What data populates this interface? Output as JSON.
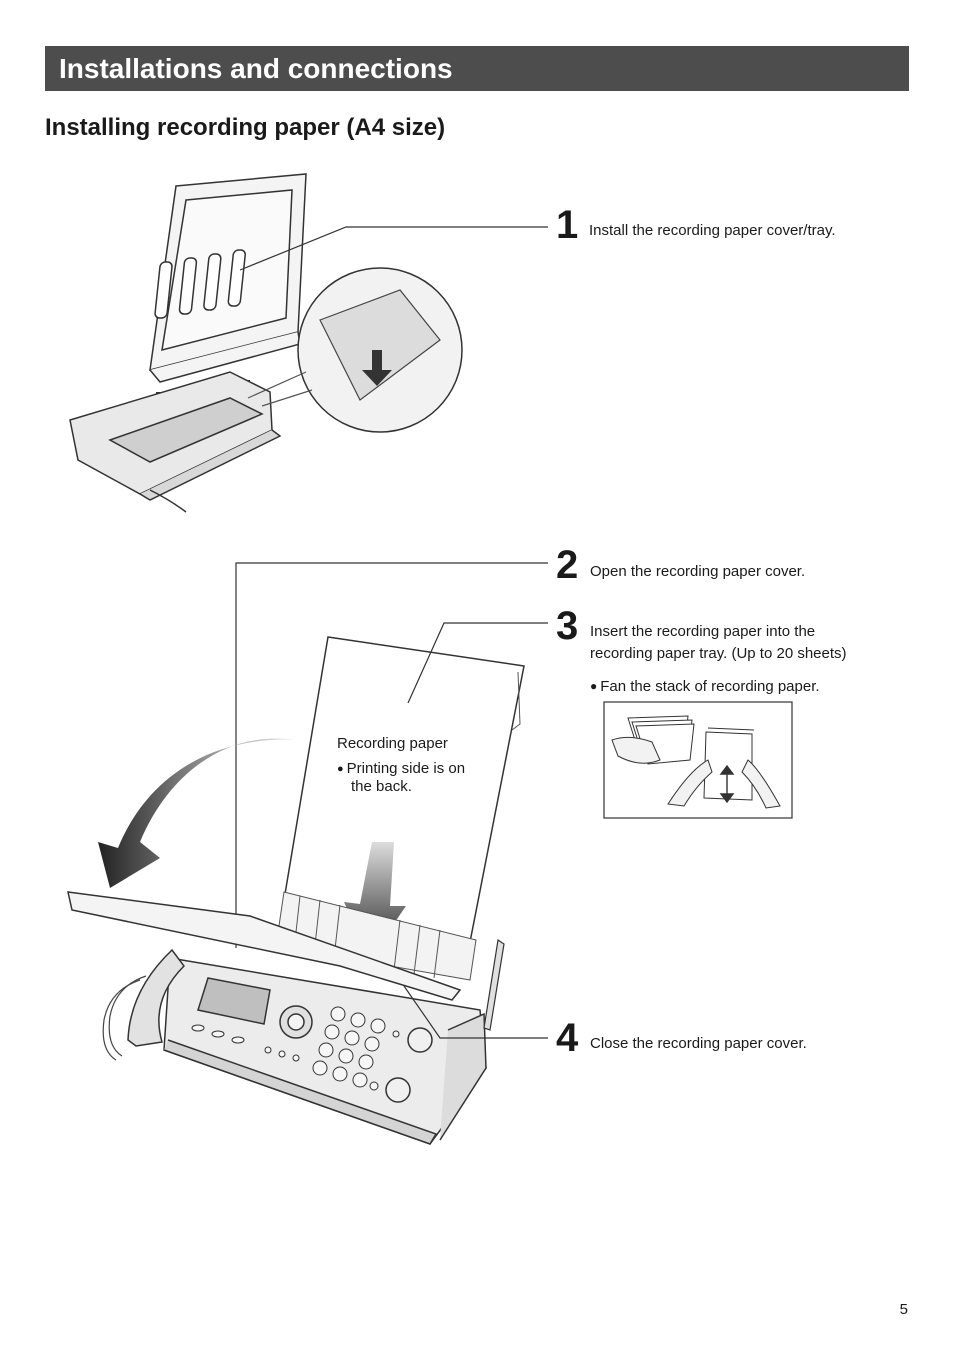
{
  "header": {
    "banner_title": "Installations and connections",
    "section_title": "Installing recording paper (A4 size)"
  },
  "steps": [
    {
      "number": "1",
      "text": "Install the recording paper cover/tray."
    },
    {
      "number": "2",
      "text": "Open the recording paper cover."
    },
    {
      "number": "3",
      "text_line1": "Insert the recording paper into the",
      "text_line2": "recording paper tray. (Up to 20 sheets)",
      "bullet": "Fan the stack of recording paper."
    },
    {
      "number": "4",
      "text": "Close the recording paper cover."
    }
  ],
  "callout": {
    "label": "Recording paper",
    "note_line1": "Printing side is on",
    "note_line2": "the back."
  },
  "footer": {
    "page_number": "5"
  },
  "icons": {
    "bullet": "bullet-dot"
  },
  "colors": {
    "banner_bg": "#4d4d4d",
    "banner_text": "#ffffff",
    "text": "#1a1a1a"
  }
}
